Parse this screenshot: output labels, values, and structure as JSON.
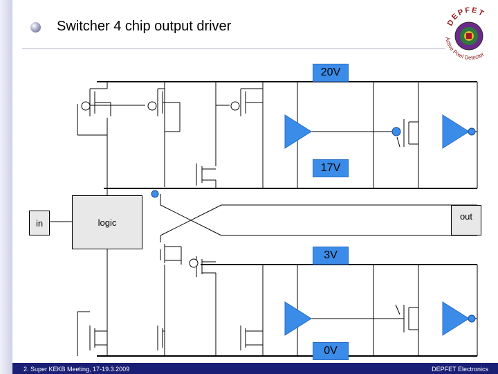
{
  "slide": {
    "title": "Switcher 4 chip output driver"
  },
  "footer": {
    "left": "2. Super KEKB Meeting, 17-19.3.2009",
    "right": "DEPFET Electronics"
  },
  "logo": {
    "arc_text": "DEPFET",
    "ring_text": "Active Pixel Detector"
  },
  "rails": {
    "v20": "20V",
    "v17": "17V",
    "v3": "3V",
    "v0": "0V"
  },
  "blocks": {
    "in": "in",
    "logic": "logic",
    "out": "out"
  },
  "colors": {
    "footer_bg": "#1a1f75",
    "rail_label_bg": "#3a8ce8",
    "buffer_fill": "#3a8ce8",
    "node_dot": "#3a8ce8"
  }
}
